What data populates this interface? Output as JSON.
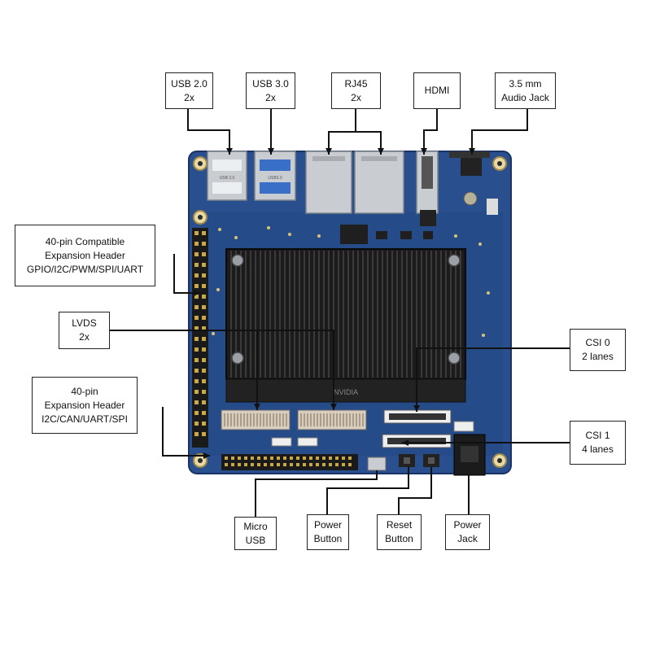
{
  "labels": {
    "usb20": {
      "line1": "USB 2.0",
      "line2": "2x"
    },
    "usb30": {
      "line1": "USB 3.0",
      "line2": "2x"
    },
    "rj45": {
      "line1": "RJ45",
      "line2": "2x"
    },
    "hdmi": {
      "line1": "HDMI"
    },
    "audio": {
      "line1": "3.5 mm",
      "line2": "Audio Jack"
    },
    "exp40_compat": {
      "line1": "40-pin Compatible",
      "line2": "Expansion Header",
      "line3": "GPIO/I2C/PWM/SPI/UART"
    },
    "lvds": {
      "line1": "LVDS",
      "line2": "2x"
    },
    "exp40": {
      "line1": "40-pin",
      "line2": "Expansion Header",
      "line3": "I2C/CAN/UART/SPI"
    },
    "csi0": {
      "line1": "CSI 0",
      "line2": "2 lanes"
    },
    "csi1": {
      "line1": "CSI 1",
      "line2": "4 lanes"
    },
    "micro_usb": {
      "line1": "Micro",
      "line2": "USB"
    },
    "power_button": {
      "line1": "Power",
      "line2": "Button"
    },
    "reset_button": {
      "line1": "Reset",
      "line2": "Button"
    },
    "power_jack": {
      "line1": "Power",
      "line2": "Jack"
    }
  },
  "board_silkscreen": {
    "usb_left": "USB 2.0",
    "usb_right": "USB3.0",
    "heatsink_text": "NVIDIA"
  },
  "colors": {
    "pcb": "#2a4f8e",
    "pcb_dark": "#1e3d72",
    "heatsink": "#1b1b1b",
    "port_metal": "#c9cdd2",
    "leader_line": "#111111"
  }
}
